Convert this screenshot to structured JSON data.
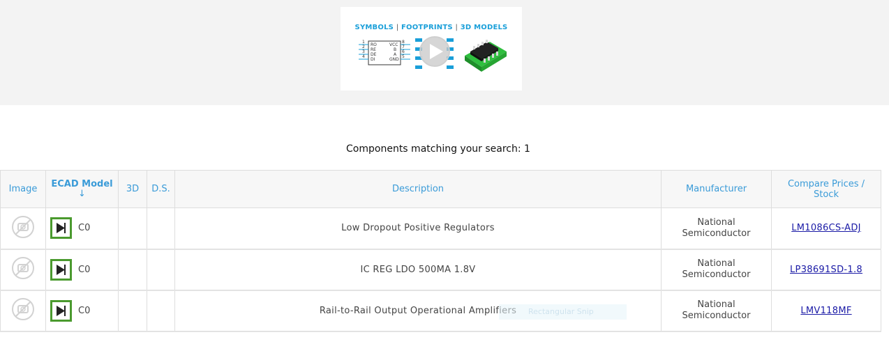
{
  "banner": {
    "symbols": "SYMBOLS",
    "separator": "|",
    "footprints": "FOOTPRINTS",
    "models": "3D MODELS",
    "pins_left": [
      "1",
      "2",
      "3",
      "4"
    ],
    "pin_labels_left": [
      "RO",
      "RE",
      "DE",
      "DI"
    ],
    "pin_labels_right": [
      "VCC",
      "B",
      "A",
      "GND"
    ],
    "pins_right": [
      "8",
      "7",
      "6",
      "5"
    ],
    "accent_color": "#1a9fd9"
  },
  "results": {
    "count_label": "Components matching your search: 1"
  },
  "table": {
    "headers": {
      "image": "Image",
      "ecad": "ECAD Model",
      "ecad_sort": "↓",
      "threed": "3D",
      "ds": "D.S.",
      "description": "Description",
      "manufacturer": "Manufacturer",
      "compare_line1": "Compare Prices /",
      "compare_line2": "Stock"
    },
    "rows": [
      {
        "image_icon": "no-image-icon",
        "ecad_icon": "ecad-model-icon",
        "ecad_code": "C0",
        "description": "Low Dropout Positive Regulators",
        "mfr_line1": "National",
        "mfr_line2": "Semiconductor",
        "part_number": "LM1086CS-ADJ"
      },
      {
        "image_icon": "no-image-icon",
        "ecad_icon": "ecad-model-icon",
        "ecad_code": "C0",
        "description": "IC REG LDO 500MA 1.8V",
        "mfr_line1": "National",
        "mfr_line2": "Semiconductor",
        "part_number": "LP38691SD-1.8"
      },
      {
        "image_icon": "no-image-icon",
        "ecad_icon": "ecad-model-icon",
        "ecad_code": "C0",
        "description": "Rail-to-Rail Output Operational Amplifiers",
        "mfr_line1": "National",
        "mfr_line2": "Semiconductor",
        "part_number": "LMV118MF"
      }
    ]
  },
  "overlay": {
    "snip_label": "Rectangular Snip"
  }
}
